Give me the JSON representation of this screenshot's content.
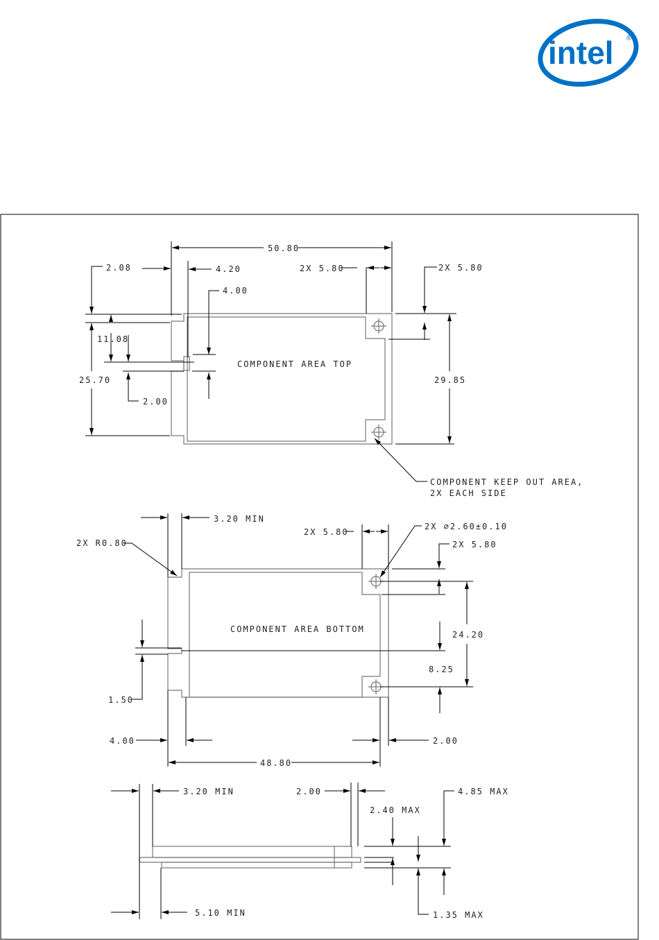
{
  "logo": {
    "text": "intel",
    "registered": "®",
    "color": "#0071c5"
  },
  "top_view": {
    "title": "COMPONENT AREA TOP",
    "dims": {
      "overall_length": "50.80",
      "left_offset": "2.08",
      "tab_width": "4.20",
      "hole_offset_x": "2X 5.80",
      "hole_offset_y": "2X 5.80",
      "notch_depth": "4.00",
      "notch_pos": "11.08",
      "notch_width": "2.00",
      "edge_height": "25.70",
      "board_height": "29.85"
    },
    "keepout_note_line1": "COMPONENT KEEP OUT AREA,",
    "keepout_note_line2": "2X EACH SIDE"
  },
  "bottom_view": {
    "title": "COMPONENT AREA BOTTOM",
    "dims": {
      "tab_min": "3.20 MIN",
      "corner_radius": "2X R0.80",
      "hole_offset_x": "2X 5.80",
      "hole_diameter": "2X ∅2.60±0.10",
      "hole_offset_y": "2X 5.80",
      "hole_spacing": "24.20",
      "hole_to_notch": "8.25",
      "notch_width": "1.50",
      "left_clear": "4.00",
      "right_clear": "2.00",
      "length": "48.80"
    }
  },
  "side_view": {
    "dims": {
      "tab_min": "3.20 MIN",
      "right_clear": "2.00",
      "total_height": "4.85 MAX",
      "top_height": "2.40 MAX",
      "bottom_height": "1.35 MAX",
      "contact_min": "5.10 MIN"
    }
  }
}
